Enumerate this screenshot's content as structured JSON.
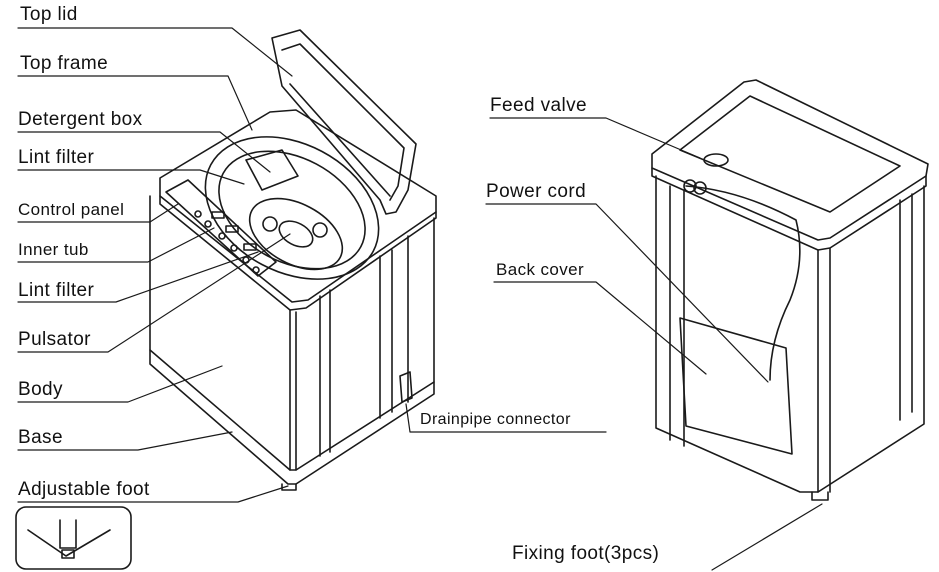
{
  "labels": {
    "top_lid": "Top lid",
    "top_frame": "Top frame",
    "detergent_box": "Detergent box",
    "lint_filter_1": "Lint filter",
    "control_panel": "Control panel",
    "inner_tub": "Inner tub",
    "lint_filter_2": "Lint filter",
    "pulsator": "Pulsator",
    "body": "Body",
    "base": "Base",
    "adjustable_foot": "Adjustable foot",
    "drainpipe_connector": "Drainpipe connector",
    "feed_valve": "Feed valve",
    "power_cord": "Power cord",
    "back_cover": "Back cover",
    "fixing_foot": "Fixing foot(3pcs)"
  },
  "colors": {
    "line": "#1a1a1a",
    "background": "#ffffff"
  }
}
